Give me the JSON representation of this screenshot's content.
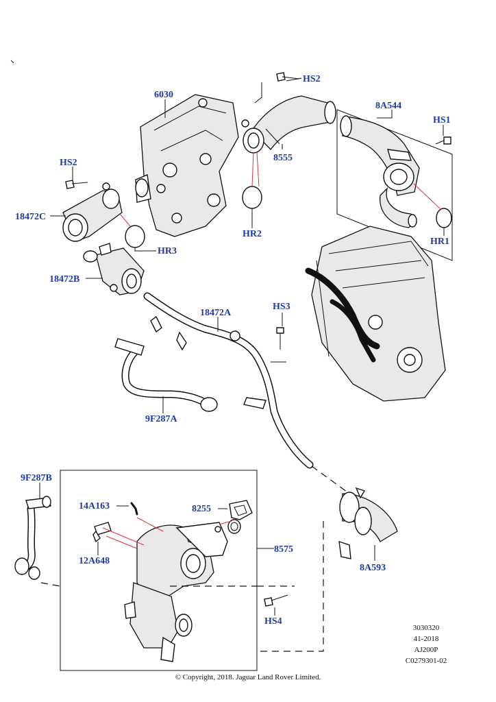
{
  "callouts": {
    "c6030": "6030",
    "hs2_top": "HS2",
    "c8a544": "8A544",
    "hs1": "HS1",
    "hs2_left": "HS2",
    "c8555": "8555",
    "c18472c": "18472C",
    "hr2": "HR2",
    "hr1": "HR1",
    "hr3": "HR3",
    "c18472b": "18472B",
    "hs3": "HS3",
    "c18472a": "18472A",
    "c9f287a": "9F287A",
    "c9f287b": "9F287B",
    "c14a163": "14A163",
    "c8255": "8255",
    "c8575": "8575",
    "c12a648": "12A648",
    "c8a593": "8A593",
    "hs4": "HS4"
  },
  "reference": {
    "line1": "3030320",
    "line2": "41-2018",
    "line3": "AJ200P",
    "line4": "C0279301-02"
  },
  "copyright": "© Copyright, 2018. Jaguar Land Rover Limited.",
  "colors": {
    "callout_text": "#1f3aa8",
    "highlight_leader": "#e0303a",
    "line_art": "#111111"
  }
}
